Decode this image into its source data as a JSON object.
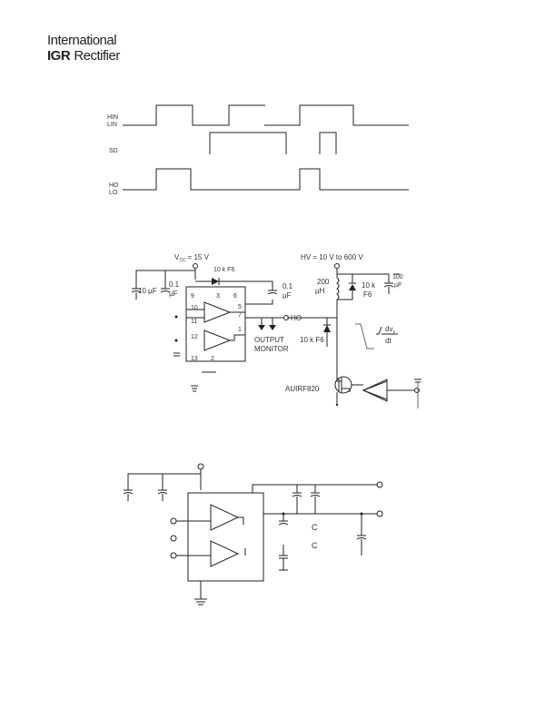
{
  "logo": {
    "line1": "International",
    "brand_mark": "IGR",
    "line2": "Rectifier"
  },
  "timing": {
    "labels": {
      "hin": "HIN",
      "lin": "LIN",
      "sd": "SD",
      "ho": "HO",
      "lo": "LO"
    }
  },
  "test_circuit": {
    "vcc": "V",
    "vcc_sub": "CC",
    "vcc_value": "= 15 V",
    "hv": "HV = 10 V to 600 V",
    "diode1": "10 k F6",
    "cap_10uf": "10 µF",
    "cap_01uf_left": "0.1",
    "cap_01uf_left_unit": "µF",
    "cap_01uf_right": "0.1",
    "cap_01uf_right_unit": "µF",
    "inductor": "200",
    "inductor_unit": "µH",
    "diode_10k": "10 k",
    "diode_10k_sub": "F6",
    "cap_100uf": "100",
    "cap_100uf_unit": "µF",
    "diode2": "10 k F6",
    "pins": {
      "p9": "9",
      "p3": "3",
      "p6": "6",
      "p10": "10",
      "p5": "5",
      "p7": "7",
      "p11": "11",
      "p1": "1",
      "p12": "12",
      "p13": "13",
      "p2": "2"
    },
    "ho_out": "HO",
    "output_monitor_1": "OUTPUT",
    "output_monitor_2": "MONITOR",
    "dv_num": "dv",
    "dv_sub": "s",
    "dv_den": "dt",
    "mosfet": "AUIRF820"
  },
  "third_circuit": {
    "c1": "C",
    "c2": "C"
  }
}
